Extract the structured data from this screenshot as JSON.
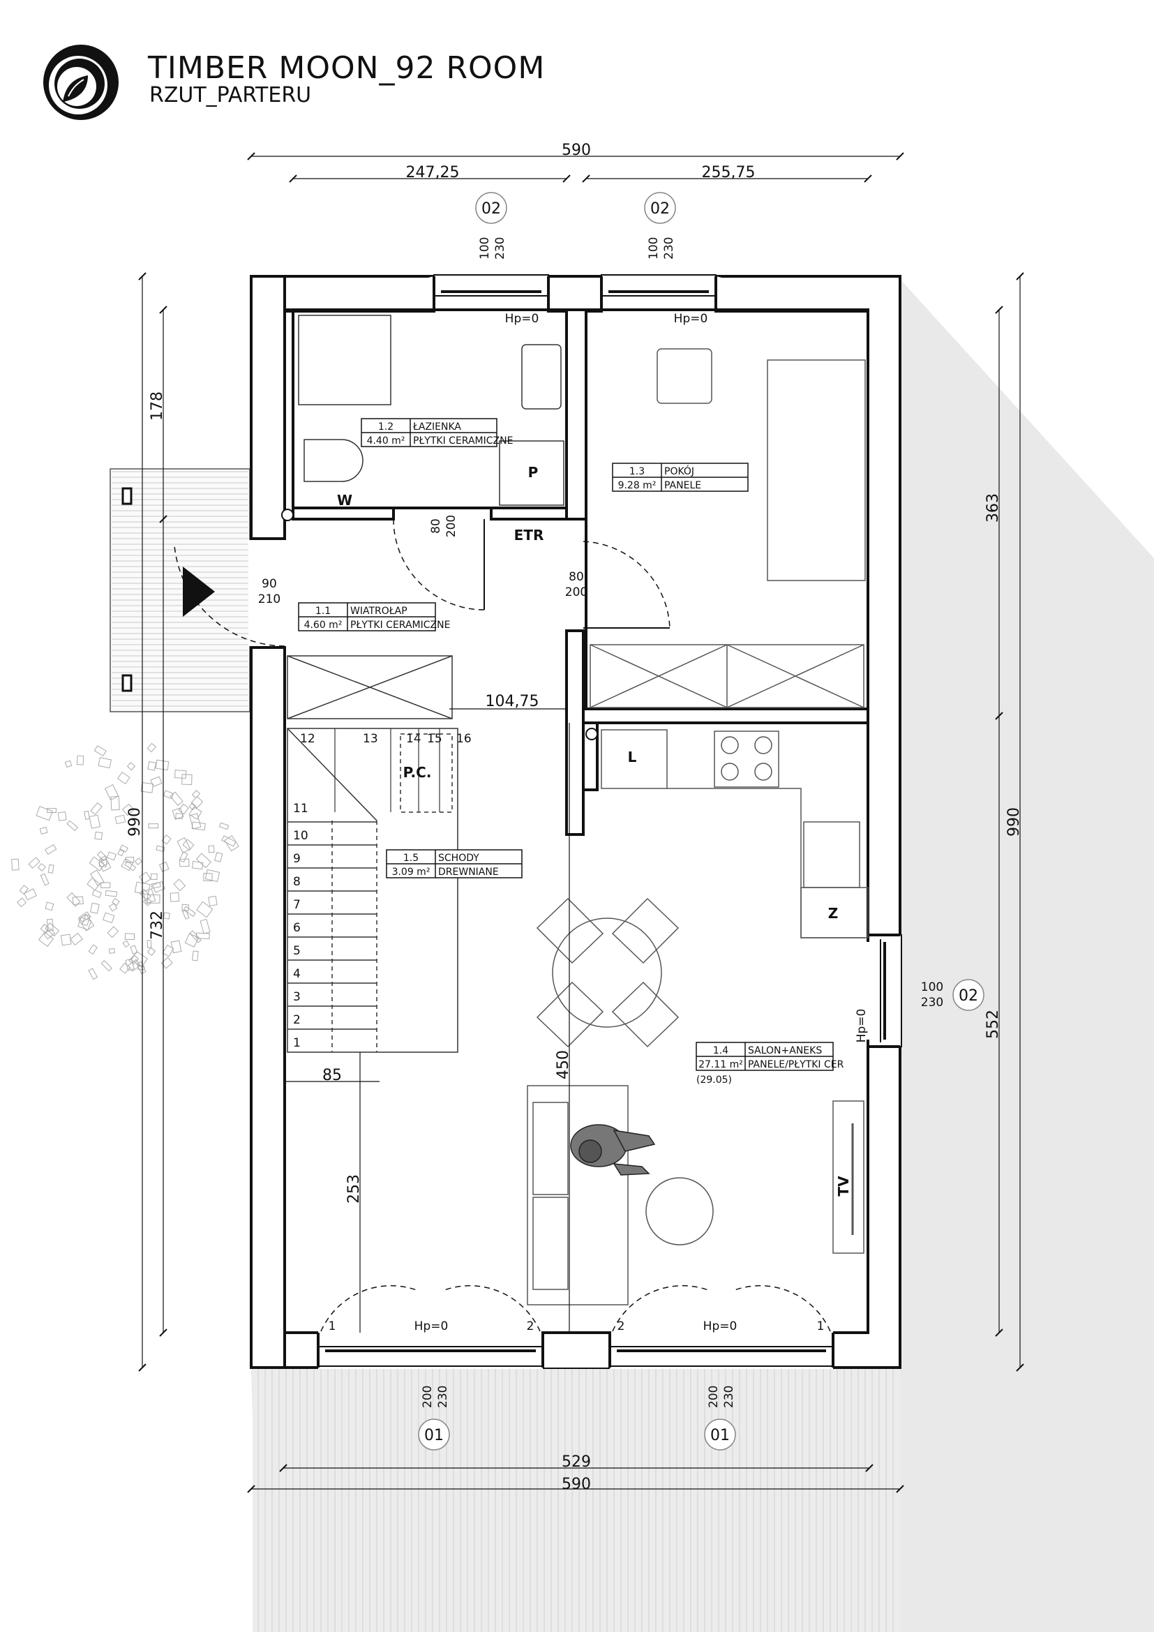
{
  "title": "TIMBER MOON_92 ROOM",
  "subtitle": "RZUT_PARTERU",
  "dimensions": {
    "top_total": "590",
    "top_left": "247,25",
    "top_right": "255,75",
    "bottom_inner": "529",
    "bottom_total": "590",
    "left_outer": "990",
    "left_upper": "178",
    "left_lower": "732",
    "right_upper": "363",
    "right_total": "990",
    "right_lower": "552",
    "stair_width": "85",
    "stair_depth": "253",
    "vertical_mid": "450",
    "hall_width": "104,75"
  },
  "window_tags": {
    "top_left": {
      "code": "02",
      "width": "100",
      "height": "230"
    },
    "top_right": {
      "code": "02",
      "width": "100",
      "height": "230"
    },
    "right": {
      "code": "02",
      "width": "100",
      "height": "230"
    },
    "bottom_left": {
      "code": "01",
      "width": "200",
      "height": "230"
    },
    "bottom_right": {
      "code": "01",
      "width": "200",
      "height": "230"
    }
  },
  "doors": {
    "entry": {
      "width": "90",
      "height": "210"
    },
    "bath": {
      "width": "80",
      "height": "200"
    },
    "room": {
      "width": "80",
      "height": "200"
    }
  },
  "rooms": [
    {
      "num": "1.1",
      "name": "WIATROŁAP",
      "area": "4.60 m²",
      "finish": "PŁYTKI CERAMICZNE"
    },
    {
      "num": "1.2",
      "name": "ŁAZIENKA",
      "area": "4.40 m²",
      "finish": "PŁYTKI CERAMICZNE"
    },
    {
      "num": "1.3",
      "name": "POKÓJ",
      "area": "9.28 m²",
      "finish": "PANELE"
    },
    {
      "num": "1.4",
      "name": "SALON+ANEKS",
      "area": "27.11 m²",
      "finish": "PANELE/PŁYTKI CER",
      "extra": "(29.05)"
    },
    {
      "num": "1.5",
      "name": "SCHODY",
      "area": "3.09 m²",
      "finish": "DREWNIANE"
    }
  ],
  "markers": {
    "hp0": "Hp=0",
    "w": "W",
    "p": "P",
    "etr": "ETR",
    "l": "L",
    "z": "Z",
    "tv": "TV",
    "pc": "P.C.",
    "leaf1": "1",
    "leaf2": "2"
  },
  "stair_steps": [
    "1",
    "2",
    "3",
    "4",
    "5",
    "6",
    "7",
    "8",
    "9",
    "10",
    "11",
    "12",
    "13",
    "14",
    "15",
    "16"
  ]
}
